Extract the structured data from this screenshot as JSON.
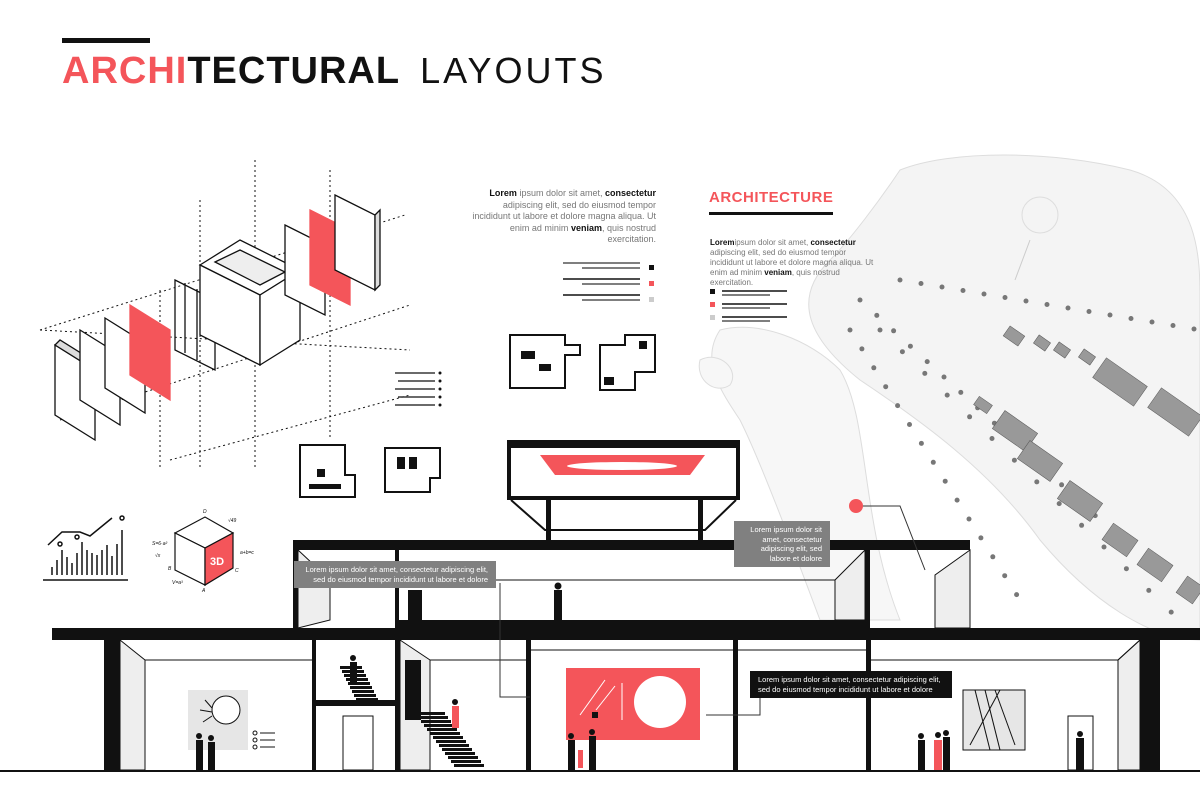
{
  "header": {
    "title_part1": "ARCHI",
    "title_part2": "TECTURAL",
    "title_part3": "LAYOUTS"
  },
  "text_block_1": {
    "bold_start": "Lorem",
    "line1": " ipsum dolor sit amet, ",
    "bold_mid": "consectetur",
    "line2": "adipiscing elit, sed do eiusmod tempor incididunt ut labore et dolore magna aliqua. Ut enim ad minim ",
    "bold_end": "veniam",
    "line3": ", quis nostrud exercitation."
  },
  "side_panel": {
    "heading": "ARCHITECTURE",
    "bold_start": "Lorem",
    "line1": "ipsum dolor sit amet, ",
    "bold_mid": "consectetur",
    "line2": " adipiscing elit, sed do eiusmod tempor incididunt ut labore et dolore magna aliqua. Ut enim ad minim ",
    "bold_end": "veniam",
    "line3": ", quis nostrud exercitation."
  },
  "callouts": [
    "Lorem ipsum dolor sit amet, consectetur adipiscing elit, sed do eiusmod tempor incididunt ut labore et dolore",
    "Lorem ipsum dolor sit amet, consectetur adipiscing elit, sed labore et dolore",
    "Lorem ipsum dolor sit amet, consectetur adipiscing elit, sed do eiusmod tempor incididunt ut labore et dolore"
  ],
  "cube_icon": {
    "label": "3D",
    "annotations": [
      "D",
      "A",
      "B",
      "C",
      "√49",
      "a+b=c",
      "S=6·a²",
      "√x",
      "V=a³"
    ]
  },
  "colors": {
    "accent": "#f4555a",
    "dark": "#111111",
    "gray": "#808080",
    "light": "#cccccc"
  }
}
